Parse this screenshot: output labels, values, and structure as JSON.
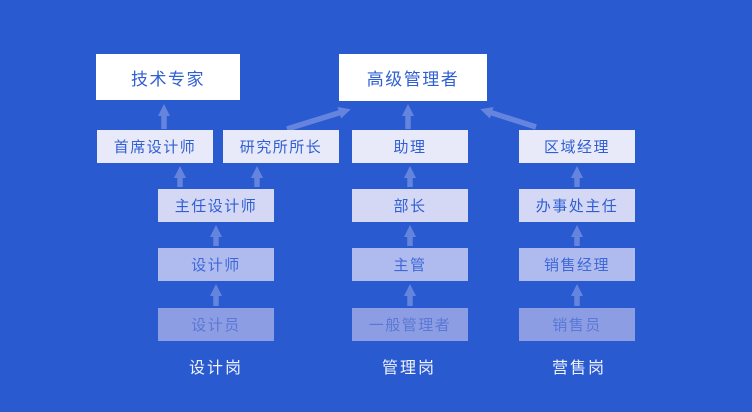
{
  "title": "career-promotion-path-diagram",
  "colors": {
    "background": "#2A5AD0",
    "level1_box": "#FFFFFF",
    "level2_box": "#E9EAF9",
    "level3_box": "#D5D8F4",
    "level4_box": "#AFBBEE",
    "level5_box": "#8C9DE3",
    "box_text": "#2F5FD3",
    "level4_text": "#3E68D8",
    "level5_text": "#5B78D6",
    "arrow": "#6584DE",
    "footer_text": "#F0F3FC"
  },
  "nodes": {
    "tech_expert": "技术专家",
    "senior_manager": "高级管理者",
    "chief_designer": "首席设计师",
    "institute_director": "研究所所长",
    "assistant": "助理",
    "regional_manager": "区域经理",
    "director_designer": "主任设计师",
    "department_head": "部长",
    "office_director": "办事处主任",
    "designer": "设计师",
    "supervisor": "主管",
    "sales_manager": "销售经理",
    "design_staff": "设计员",
    "general_manager": "一般管理者",
    "salesperson": "销售员"
  },
  "footers": {
    "design_post": "设计岗",
    "management_post": "管理岗",
    "sales_post": "营售岗"
  },
  "edges": [
    {
      "from": "design_staff",
      "to": "designer"
    },
    {
      "from": "designer",
      "to": "director_designer"
    },
    {
      "from": "director_designer",
      "to": "chief_designer"
    },
    {
      "from": "director_designer",
      "to": "institute_director"
    },
    {
      "from": "chief_designer",
      "to": "tech_expert"
    },
    {
      "from": "institute_director",
      "to": "senior_manager"
    },
    {
      "from": "general_manager",
      "to": "supervisor"
    },
    {
      "from": "supervisor",
      "to": "department_head"
    },
    {
      "from": "department_head",
      "to": "assistant"
    },
    {
      "from": "assistant",
      "to": "senior_manager"
    },
    {
      "from": "regional_manager",
      "to": "senior_manager"
    },
    {
      "from": "salesperson",
      "to": "sales_manager"
    },
    {
      "from": "sales_manager",
      "to": "office_director"
    },
    {
      "from": "office_director",
      "to": "regional_manager"
    }
  ]
}
